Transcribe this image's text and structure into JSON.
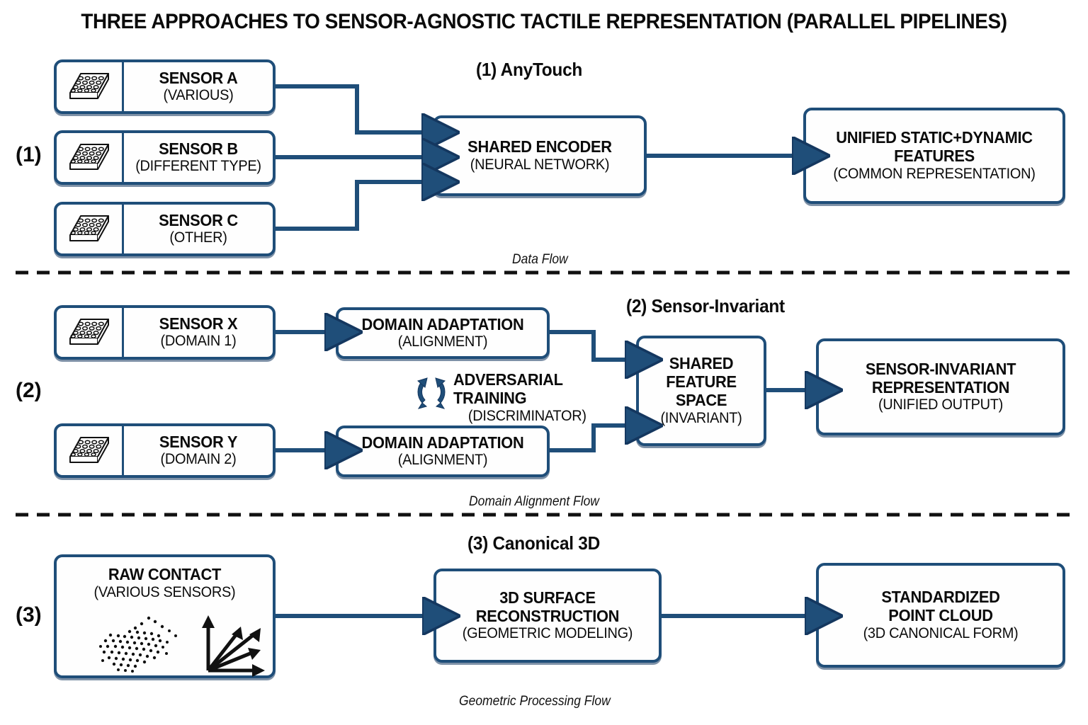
{
  "title": "THREE APPROACHES TO SENSOR-AGNOSTIC TACTILE REPRESENTATION (PARALLEL PIPELINES)",
  "colors": {
    "box_border": "#1f4e79",
    "arrow": "#1f4e79",
    "text": "#0b0b0b",
    "background": "#ffffff",
    "divider": "#111111"
  },
  "row_numbers": {
    "one": "(1)",
    "two": "(2)",
    "three": "(3)"
  },
  "sections": [
    {
      "id": "anytouch",
      "heading": "(1) AnyTouch",
      "flow_label": "Data Flow",
      "inputs": [
        {
          "title": "SENSOR A",
          "subtitle": "(VARIOUS)",
          "icon": "tactile-sensor-array-icon"
        },
        {
          "title": "SENSOR B",
          "subtitle": "(DIFFERENT TYPE)",
          "icon": "tactile-sensor-array-icon"
        },
        {
          "title": "SENSOR C",
          "subtitle": "(OTHER)",
          "icon": "tactile-sensor-array-icon"
        }
      ],
      "middle": {
        "title": "SHARED ENCODER",
        "subtitle": "(NEURAL NETWORK)"
      },
      "output": {
        "title": "UNIFIED STATIC+DYNAMIC FEATURES",
        "title_line1": "UNIFIED STATIC+DYNAMIC",
        "title_line2": "FEATURES",
        "subtitle": "(COMMON REPRESENTATION)"
      }
    },
    {
      "id": "sensor-invariant",
      "heading": "(2) Sensor-Invariant",
      "flow_label": "Domain Alignment Flow",
      "inputs": [
        {
          "title": "SENSOR X",
          "subtitle": "(DOMAIN 1)",
          "icon": "tactile-sensor-array-icon"
        },
        {
          "title": "SENSOR Y",
          "subtitle": "(DOMAIN 2)",
          "icon": "tactile-sensor-array-icon"
        }
      ],
      "adapters": [
        {
          "title": "DOMAIN ADAPTATION",
          "subtitle": "(ALIGNMENT)"
        },
        {
          "title": "DOMAIN ADAPTATION",
          "subtitle": "(ALIGNMENT)"
        }
      ],
      "adversarial": {
        "icon": "cycle-arrows-icon",
        "title": "ADVERSARIAL TRAINING",
        "subtitle": "(DISCRIMINATOR)"
      },
      "middle": {
        "title_line1": "SHARED",
        "title_line2": "FEATURE",
        "title_line3": "SPACE",
        "subtitle": "(INVARIANT)"
      },
      "output": {
        "title_line1": "SENSOR-INVARIANT",
        "title_line2": "REPRESENTATION",
        "subtitle": "(UNIFIED OUTPUT)"
      }
    },
    {
      "id": "canonical-3d",
      "heading": "(3) Canonical 3D",
      "flow_label": "Geometric Processing Flow",
      "input": {
        "title": "RAW CONTACT",
        "subtitle": "(VARIOUS SENSORS)",
        "icons": [
          "point-cloud-icon",
          "vector-axes-icon"
        ]
      },
      "middle": {
        "title_line1": "3D SURFACE",
        "title_line2": "RECONSTRUCTION",
        "subtitle": "(GEOMETRIC MODELING)"
      },
      "output": {
        "title_line1": "STANDARDIZED",
        "title_line2": "POINT CLOUD",
        "subtitle": "(3D CANONICAL FORM)"
      }
    }
  ]
}
